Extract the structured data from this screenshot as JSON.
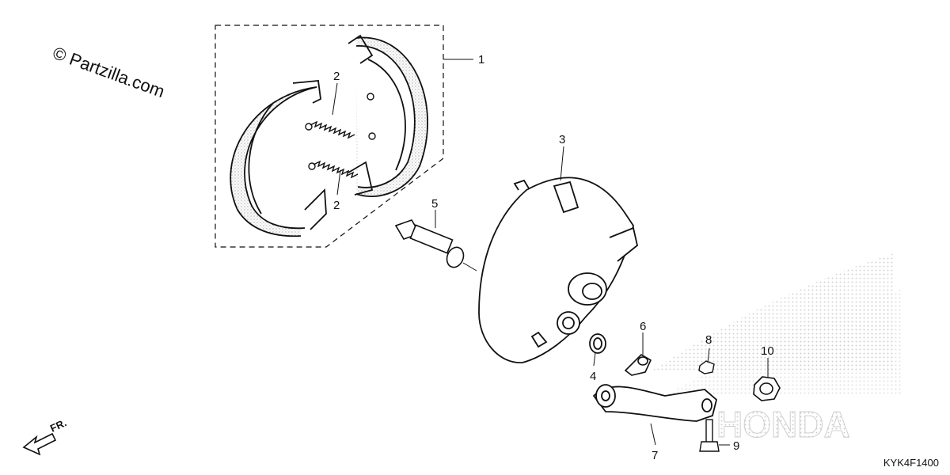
{
  "watermark": "© Partzilla.com",
  "diagram_code": "KYK4F1400",
  "direction_label": "FR.",
  "callouts": {
    "c1": "1",
    "c2a": "2",
    "c2b": "2",
    "c3": "3",
    "c4": "4",
    "c5": "5",
    "c6": "6",
    "c7": "7",
    "c8": "8",
    "c9": "9",
    "c10": "10"
  },
  "background_logo": "HONDA",
  "colors": {
    "line": "#111111",
    "logo_dots": "#cfcfcf"
  }
}
